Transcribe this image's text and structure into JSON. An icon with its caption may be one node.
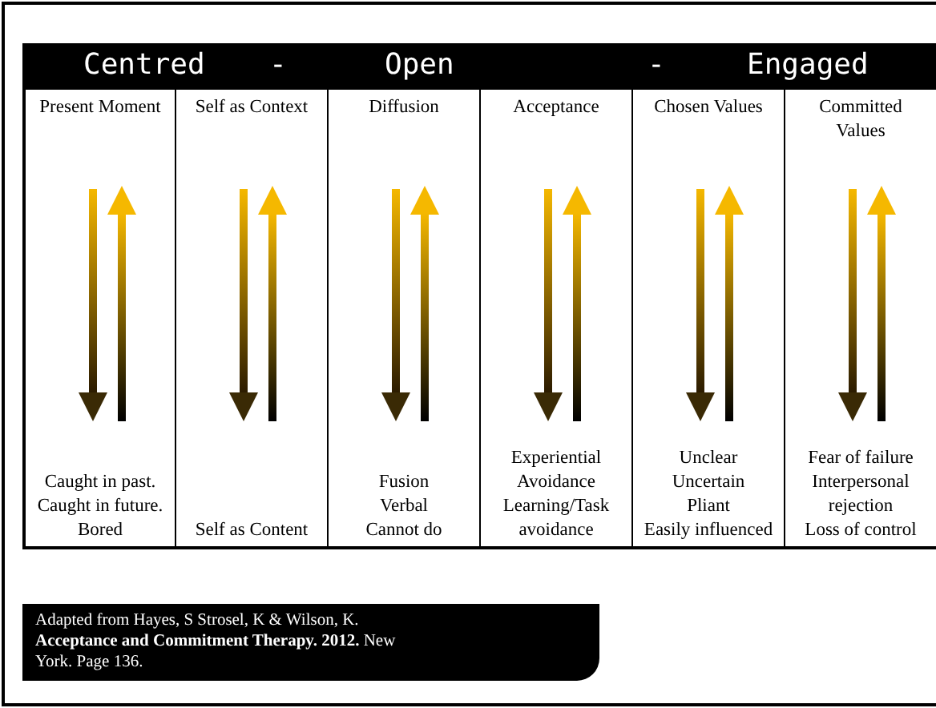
{
  "diagram": {
    "caption": "Adapted from Hayes, S Strosel, K & Wilson, K. **Acceptance and Commitment Therapy.** **2012.** New York. Page 136.",
    "nodes": [
      {
        "text": [
          "Present Moment",
          "Caught in past.",
          "Caught in future.",
          "Bored"
        ]
      },
      {
        "text": [
          "Self as Context",
          "Self as Content"
        ]
      },
      {
        "text": [
          "Diffusion",
          "Fusion",
          "Verbal",
          "Cannot do"
        ]
      },
      {
        "text": [
          "Acceptance",
          "Experiential Avoidance",
          "Learning/Task avoidance"
        ]
      },
      {
        "text": [
          "Chosen Values",
          "Unclear",
          "Uncertain",
          "Pliant",
          "Easily influenced"
        ]
      },
      {
        "text": [
          "Committed Values",
          "Fear of failure",
          "Interpersonal rejection",
          "Loss of control"
        ]
      }
    ],
    "labels": [
      "Centred",
      "-",
      "Open",
      "-",
      "Engaged"
    ]
  }
}
